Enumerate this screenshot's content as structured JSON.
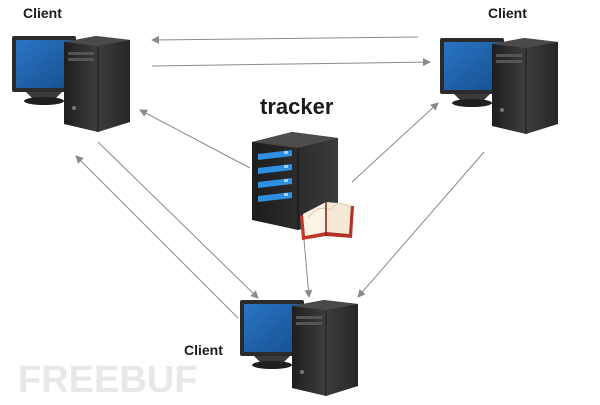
{
  "diagram": {
    "tracker": {
      "label": "tracker"
    },
    "clients": [
      {
        "id": "top-left",
        "label": "Client"
      },
      {
        "id": "top-right",
        "label": "Client"
      },
      {
        "id": "bottom",
        "label": "Client"
      }
    ],
    "connections": [
      {
        "from": "top-right",
        "to": "top-left"
      },
      {
        "from": "top-left",
        "to": "top-right"
      },
      {
        "from": "tracker",
        "to": "top-left"
      },
      {
        "from": "tracker",
        "to": "top-right"
      },
      {
        "from": "tracker",
        "to": "bottom"
      },
      {
        "from": "top-left",
        "to": "bottom"
      },
      {
        "from": "bottom",
        "to": "top-left"
      },
      {
        "from": "top-right",
        "to": "bottom"
      }
    ],
    "watermark": "FREEBUF"
  },
  "colors": {
    "screen": "#1d63b0",
    "monitor_frame": "#2b2b2b",
    "tower": "#333333",
    "server_blue_light": "#2f8fe0",
    "arrow": "#8a8a8a",
    "watermark": "#dadada"
  }
}
